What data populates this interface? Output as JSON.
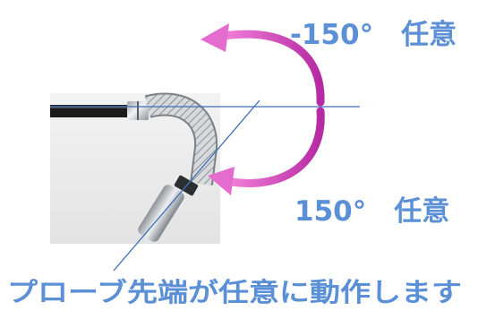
{
  "annotations": {
    "top_label": "-150°　任意",
    "bottom_label": "150°　任意",
    "caption": "プローブ先端が任意に動作します"
  },
  "colors": {
    "text_blue": "#5b8fd6",
    "arrow_magenta": "#d63fc4",
    "line_blue": "#3f6fb5",
    "photo_background": "#ececec",
    "cable_black": "#1b1b1b",
    "metal_silver": "#c6c9cc"
  },
  "icons": {
    "upper_arrow": "curved-arrow-counterclockwise",
    "lower_arrow": "curved-arrow-clockwise"
  }
}
